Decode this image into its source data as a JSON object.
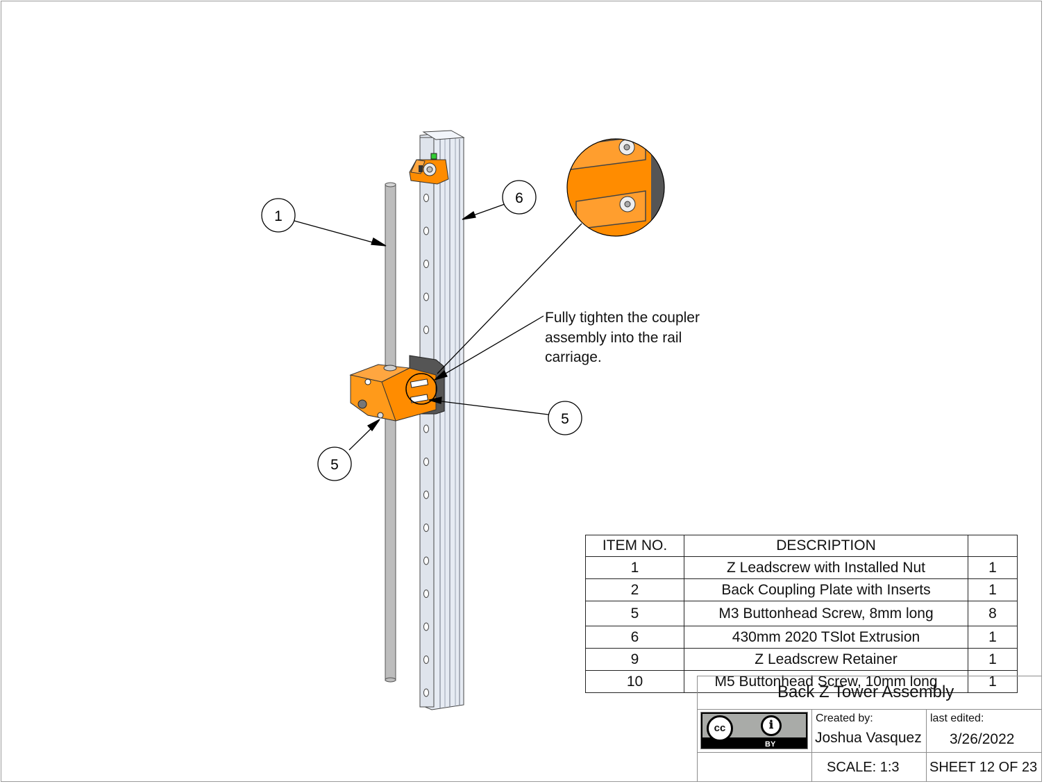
{
  "callouts": {
    "c1": "1",
    "c5a": "5",
    "c5b": "5",
    "c6": "6"
  },
  "note": {
    "line1": "Fully tighten the coupler",
    "line2": "assembly into the rail",
    "line3": "carriage."
  },
  "bom": {
    "headers": [
      "ITEM NO.",
      "DESCRIPTION",
      ""
    ],
    "rows": [
      [
        "1",
        "Z Leadscrew with Installed Nut",
        "1"
      ],
      [
        "2",
        "Back Coupling Plate with Inserts",
        "1"
      ],
      [
        "5",
        "M3 Buttonhead Screw, 8mm long",
        "8"
      ],
      [
        "6",
        "430mm 2020 TSlot Extrusion",
        "1"
      ],
      [
        "9",
        "Z Leadscrew Retainer",
        "1"
      ],
      [
        "10",
        "M5 Buttonhead Screw, 10mm long",
        "1"
      ]
    ]
  },
  "title_block": {
    "title": "Back Z Tower Assembly",
    "created_by_label": "Created by:",
    "created_by": "Joshua Vasquez",
    "last_edited_label": "last edited:",
    "last_edited": "3/26/2022",
    "scale": "SCALE: 1:3",
    "sheet": "SHEET 12 OF 23",
    "license_cc": "cc",
    "license_by": "BY"
  },
  "colors": {
    "part_orange": "#ff8c00",
    "extrusion": "#d9e1ee",
    "rod": "#bdbdbd"
  }
}
